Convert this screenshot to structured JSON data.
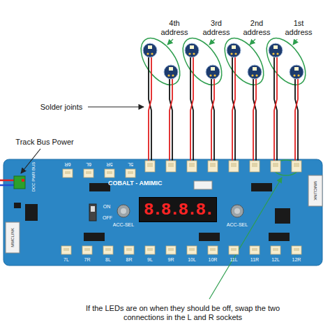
{
  "diagram": {
    "nodes": [
      {
        "text": [
          "COBALT - AMIMIC"
        ]
      },
      {
        "text": [
          "8.8.8.8."
        ],
        "in": 0
      }
    ],
    "labels": [
      "4th address",
      "3rd address",
      "2nd address",
      "1st address",
      "Solder joints",
      "Track Bus Power",
      "DCC PWR BUS",
      "MMCLINK",
      "MMCLINK",
      "ON",
      "OFF",
      "ACC-SEL",
      "ACC-SEL",
      "6R",
      "6L",
      "5R",
      "5L",
      "7L",
      "7R",
      "8L",
      "8R",
      "9L",
      "9R",
      "10L",
      "10R",
      "11L",
      "11R",
      "12L",
      "12R",
      "If the LEDs are on when they should be off, swap the two connections in the L and R sockets"
    ]
  }
}
